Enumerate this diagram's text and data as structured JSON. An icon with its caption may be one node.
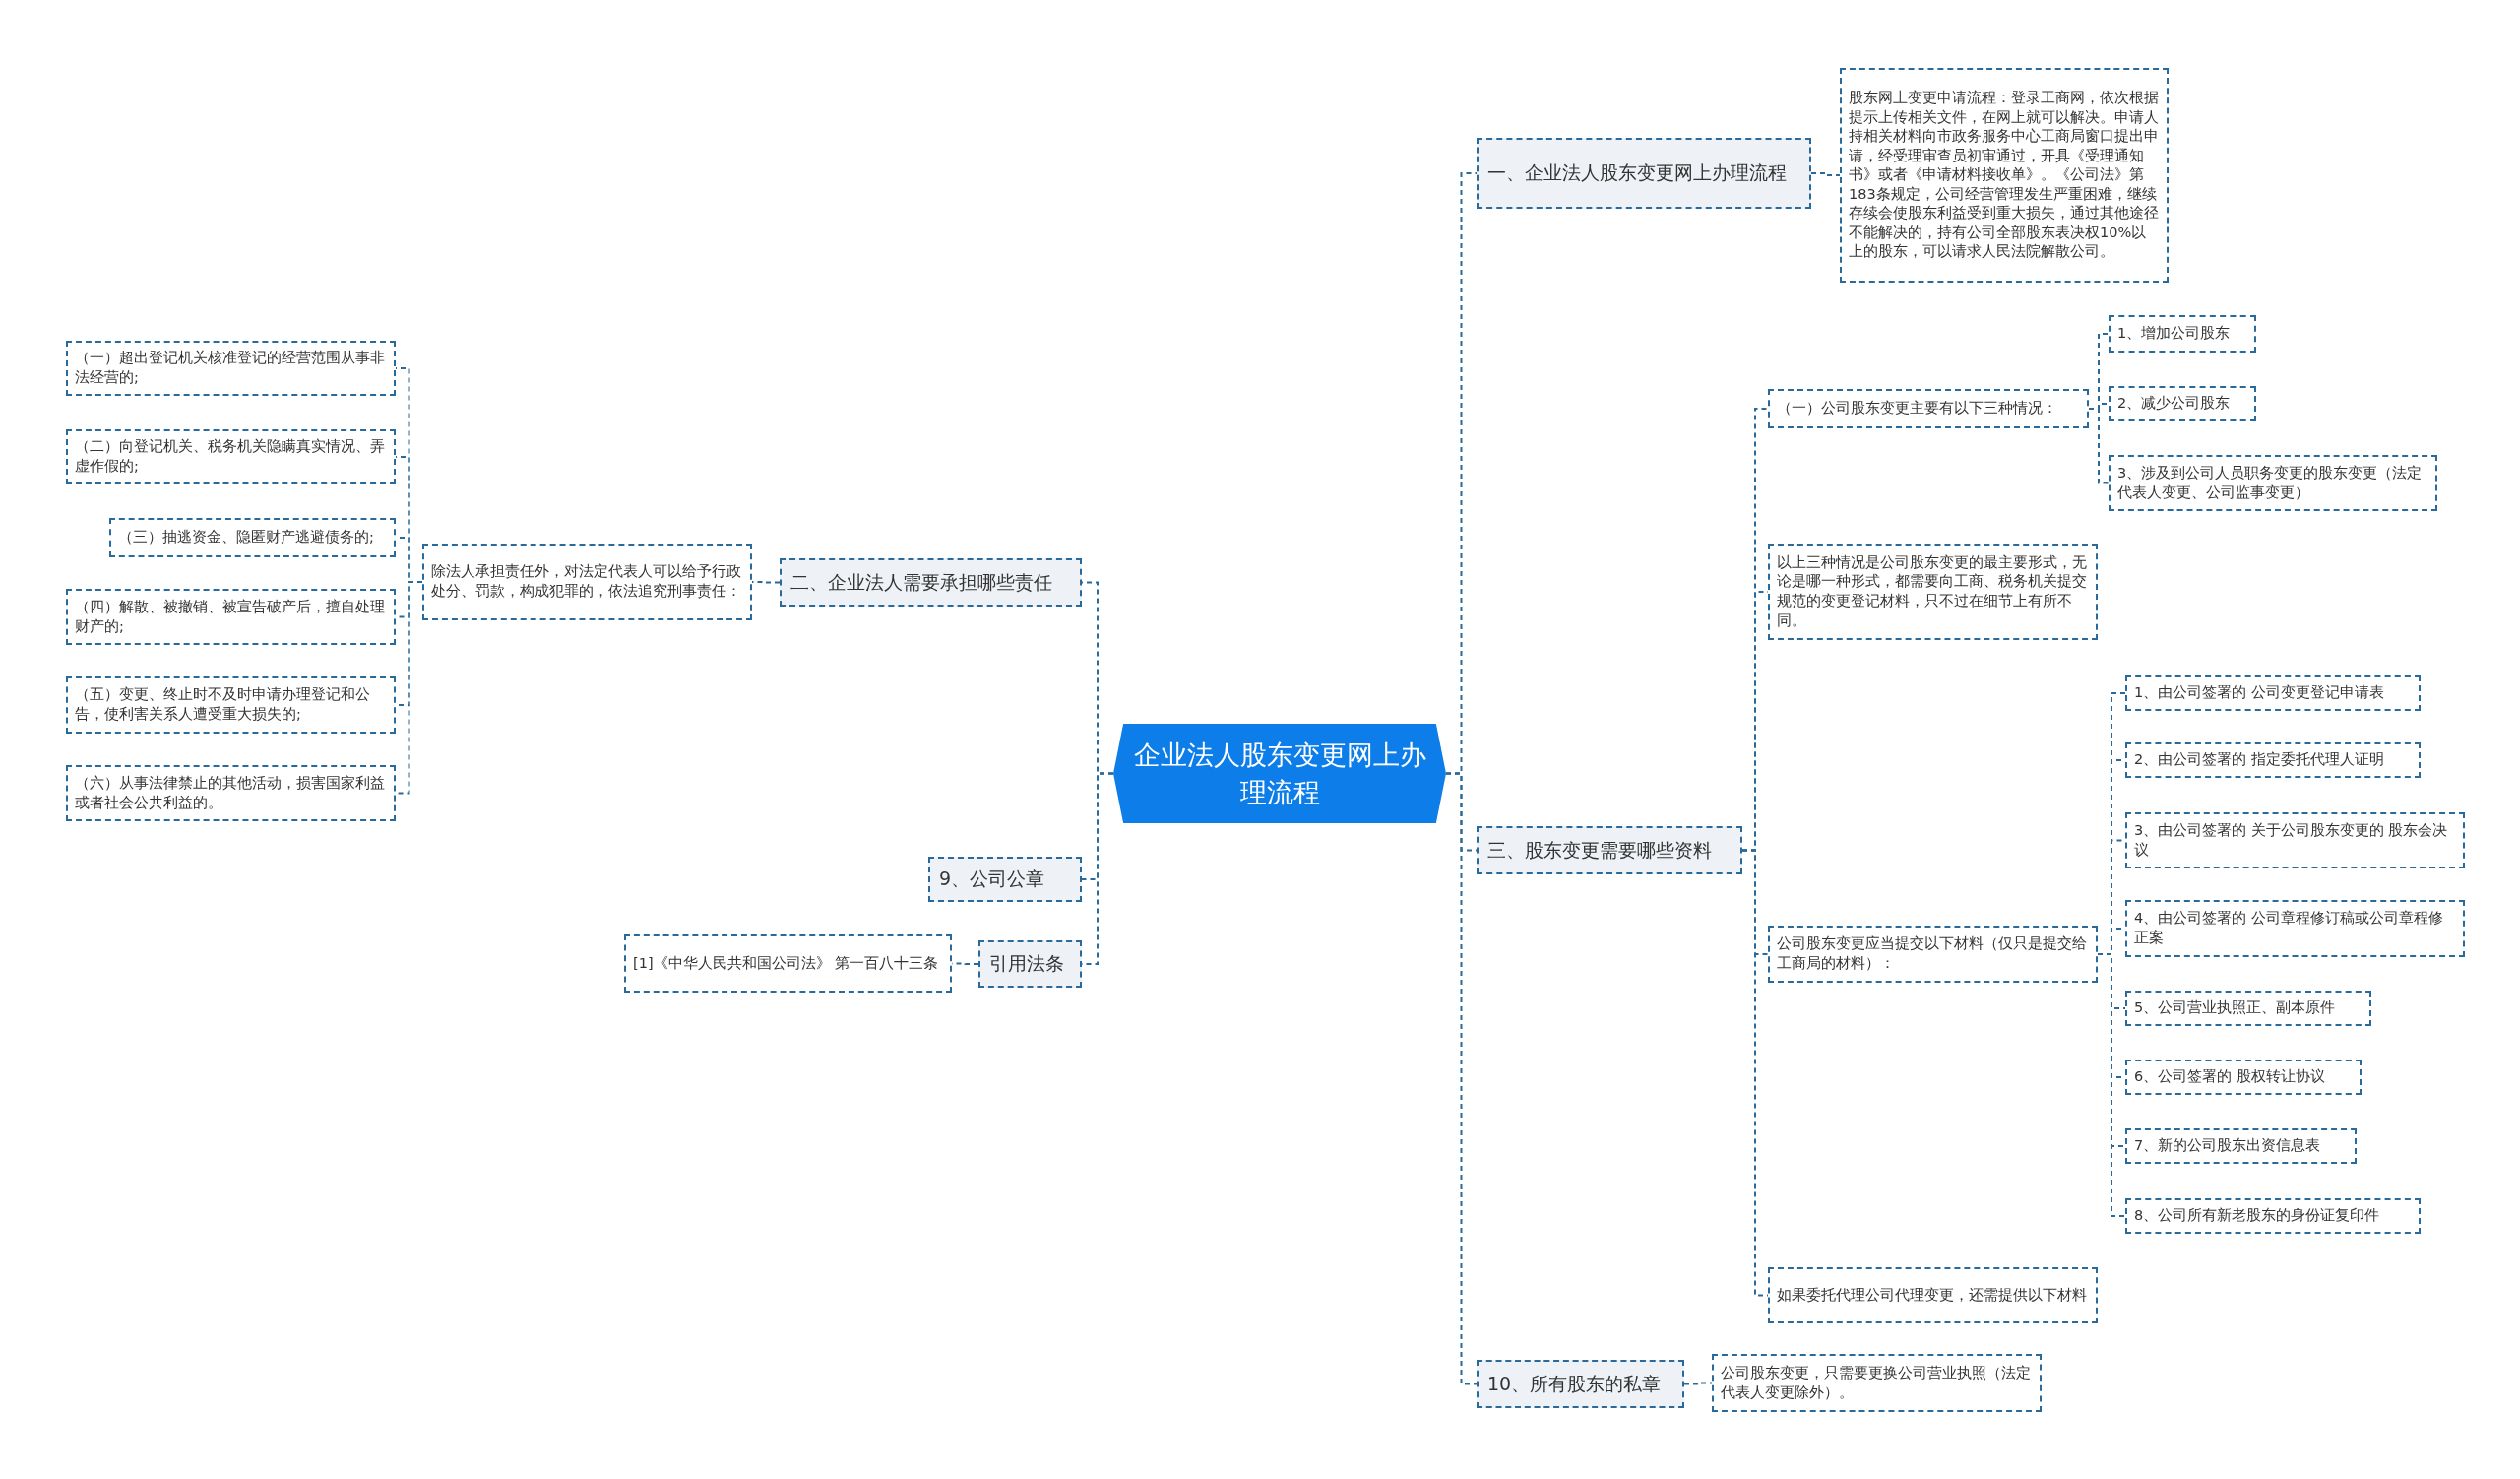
{
  "diagram": {
    "nodes": [
      {
        "text": [
          "企业法人股东变更网上办理流程"
        ]
      },
      {
        "text": [
          "一、企业法人股东变更网上办理流程"
        ]
      },
      {
        "text": [
          "股东网上变更申请流程：登录工商网，依次根据提示上传相关文件，在网上就可以解决。申请人持相关材料向市政务服务中心工商局窗口提出申请，经受理审查员初审通过，开具《受理通知书》或者《申请材料接收单》。《公司法》第183条规定，公司经营管理发生严重困难，继续存续会使股东利益受到重大损失，通过其他途径不能解决的，持有公司全部股东表决权10%以上的股东，可以请求人民法院解散公司。"
        ]
      },
      {
        "text": [
          "二、企业法人需要承担哪些责任"
        ]
      },
      {
        "text": [
          "除法人承担责任外，对法定代表人可以给予行政处分、罚款，构成犯罪的，依法追究刑事责任："
        ]
      },
      {
        "text": [
          "（一）超出登记机关核准登记的经营范围从事非法经营的;"
        ]
      },
      {
        "text": [
          "（二）向登记机关、税务机关隐瞒真实情况、弄虚作假的;"
        ]
      },
      {
        "text": [
          "（三）抽逃资金、隐匿财产逃避债务的;"
        ]
      },
      {
        "text": [
          "（四）解散、被撤销、被宣告破产后，擅自处理财产的;"
        ]
      },
      {
        "text": [
          "（五）变更、终止时不及时申请办理登记和公告，使利害关系人遭受重大损失的;"
        ]
      },
      {
        "text": [
          "（六）从事法律禁止的其他活动，损害国家利益或者社会公共利益的。"
        ]
      },
      {
        "text": [
          "9、公司公章"
        ]
      },
      {
        "text": [
          "引用法条"
        ]
      },
      {
        "text": [
          "[1]《中华人民共和国公司法》 第一百八十三条"
        ]
      },
      {
        "text": [
          "三、股东变更需要哪些资料"
        ]
      },
      {
        "text": [
          "（一）公司股东变更主要有以下三种情况："
        ]
      },
      {
        "text": [
          "1、增加公司股东"
        ]
      },
      {
        "text": [
          "2、减少公司股东"
        ]
      },
      {
        "text": [
          "3、涉及到公司人员职务变更的股东变更（法定代表人变更、公司监事变更）"
        ]
      },
      {
        "text": [
          "以上三种情况是公司股东变更的最主要形式，无论是哪一种形式，都需要向工商、税务机关提交规范的变更登记材料，只不过在细节上有所不同。"
        ]
      },
      {
        "text": [
          "公司股东变更应当提交以下材料（仅只是提交给工商局的材料）："
        ]
      },
      {
        "text": [
          "1、由公司签署的 公司变更登记申请表"
        ]
      },
      {
        "text": [
          "2、由公司签署的 指定委托代理人证明"
        ]
      },
      {
        "text": [
          "3、由公司签署的 关于公司股东变更的 股东会决议"
        ]
      },
      {
        "text": [
          "4、由公司签署的 公司章程修订稿或公司章程修正案"
        ]
      },
      {
        "text": [
          "5、公司营业执照正、副本原件"
        ]
      },
      {
        "text": [
          "6、公司签署的 股权转让协议"
        ]
      },
      {
        "text": [
          "7、新的公司股东出资信息表"
        ]
      },
      {
        "text": [
          "8、公司所有新老股东的身份证复印件"
        ]
      },
      {
        "text": [
          "如果委托代理公司代理变更，还需提供以下材料"
        ]
      },
      {
        "text": [
          "10、所有股东的私章"
        ]
      },
      {
        "text": [
          "公司股东变更，只需要更换公司营业执照（法定代表人变更除外）。"
        ]
      }
    ],
    "edges": [
      {
        "from": 0,
        "to": 1,
        "arrow": "none"
      },
      {
        "from": 1,
        "to": 2,
        "arrow": "none"
      },
      {
        "from": 0,
        "to": 3,
        "arrow": "none"
      },
      {
        "from": 3,
        "to": 4,
        "arrow": "none"
      },
      {
        "from": 4,
        "to": 5,
        "arrow": "none"
      },
      {
        "from": 4,
        "to": 6,
        "arrow": "none"
      },
      {
        "from": 4,
        "to": 7,
        "arrow": "none"
      },
      {
        "from": 4,
        "to": 8,
        "arrow": "none"
      },
      {
        "from": 4,
        "to": 9,
        "arrow": "none"
      },
      {
        "from": 4,
        "to": 10,
        "arrow": "none"
      },
      {
        "from": 0,
        "to": 11,
        "arrow": "none"
      },
      {
        "from": 0,
        "to": 12,
        "arrow": "none"
      },
      {
        "from": 12,
        "to": 13,
        "arrow": "none"
      },
      {
        "from": 0,
        "to": 14,
        "arrow": "none"
      },
      {
        "from": 14,
        "to": 15,
        "arrow": "none"
      },
      {
        "from": 15,
        "to": 16,
        "arrow": "none"
      },
      {
        "from": 15,
        "to": 17,
        "arrow": "none"
      },
      {
        "from": 15,
        "to": 18,
        "arrow": "none"
      },
      {
        "from": 14,
        "to": 19,
        "arrow": "none"
      },
      {
        "from": 14,
        "to": 20,
        "arrow": "none"
      },
      {
        "from": 20,
        "to": 21,
        "arrow": "none"
      },
      {
        "from": 20,
        "to": 22,
        "arrow": "none"
      },
      {
        "from": 20,
        "to": 23,
        "arrow": "none"
      },
      {
        "from": 20,
        "to": 24,
        "arrow": "none"
      },
      {
        "from": 20,
        "to": 25,
        "arrow": "none"
      },
      {
        "from": 20,
        "to": 26,
        "arrow": "none"
      },
      {
        "from": 20,
        "to": 27,
        "arrow": "none"
      },
      {
        "from": 20,
        "to": 28,
        "arrow": "none"
      },
      {
        "from": 14,
        "to": 29,
        "arrow": "none"
      },
      {
        "from": 0,
        "to": 30,
        "arrow": "none"
      },
      {
        "from": 30,
        "to": 31,
        "arrow": "none"
      }
    ]
  }
}
